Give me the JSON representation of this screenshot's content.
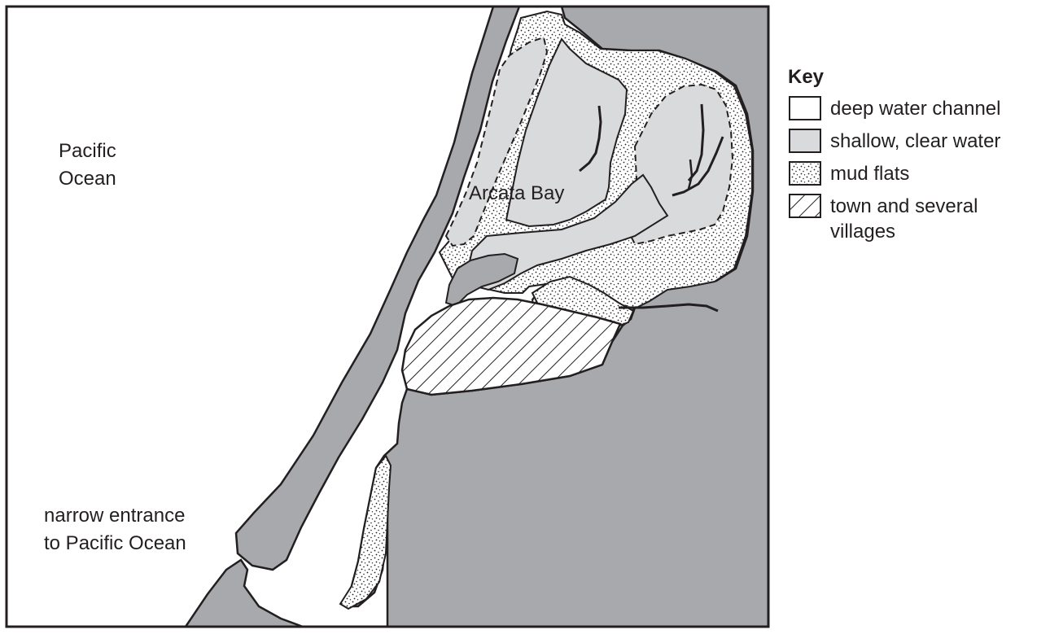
{
  "map": {
    "labels": {
      "ocean_line1": "Pacific",
      "ocean_line2": "Ocean",
      "bay": "Arcata Bay",
      "entrance_line1": "narrow entrance",
      "entrance_line2": "to Pacific Ocean"
    },
    "colors": {
      "land": "#a7a9ac",
      "shallow_water": "#d9dadb",
      "deep_water": "#ffffff",
      "mud_flats": "#ffffff",
      "outline": "#231f20"
    }
  },
  "key": {
    "title": "Key",
    "items": [
      {
        "label": "deep water channel",
        "pattern": "deep-water"
      },
      {
        "label": "shallow, clear water",
        "pattern": "shallow-water"
      },
      {
        "label": "mud flats",
        "pattern": "mud-flats"
      },
      {
        "label_line1": "town and several",
        "label_line2": "villages",
        "pattern": "town-hatch"
      }
    ]
  }
}
